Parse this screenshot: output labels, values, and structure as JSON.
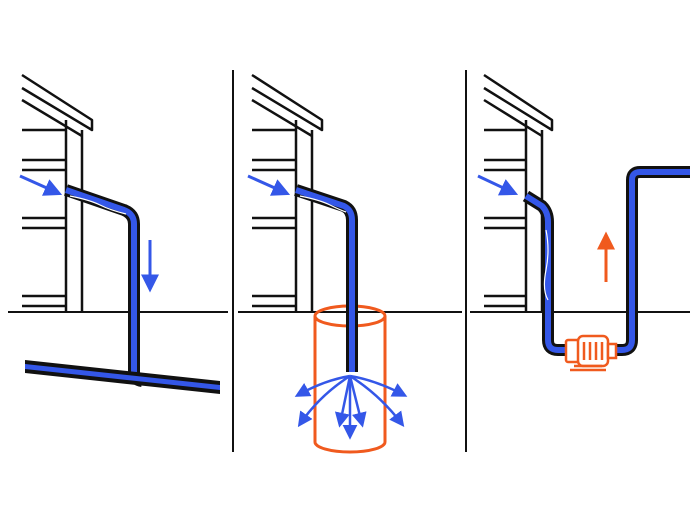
{
  "colors": {
    "line": "#111111",
    "water": "#3457e8",
    "accent": "#f05a1e",
    "background": "#ffffff"
  },
  "panels": [
    {
      "id": "panel-storm-sewer",
      "icons": [
        "house-icon",
        "downspout-icon",
        "arrow-in-icon",
        "arrow-down-icon",
        "sewer-pipe-icon"
      ]
    },
    {
      "id": "panel-dry-well",
      "icons": [
        "house-icon",
        "downspout-icon",
        "arrow-in-icon",
        "dry-well-icon",
        "dispersal-arrows-icon"
      ]
    },
    {
      "id": "panel-sump-pump",
      "icons": [
        "house-icon",
        "downspout-icon",
        "arrow-in-icon",
        "pump-icon",
        "arrow-up-icon"
      ]
    }
  ]
}
